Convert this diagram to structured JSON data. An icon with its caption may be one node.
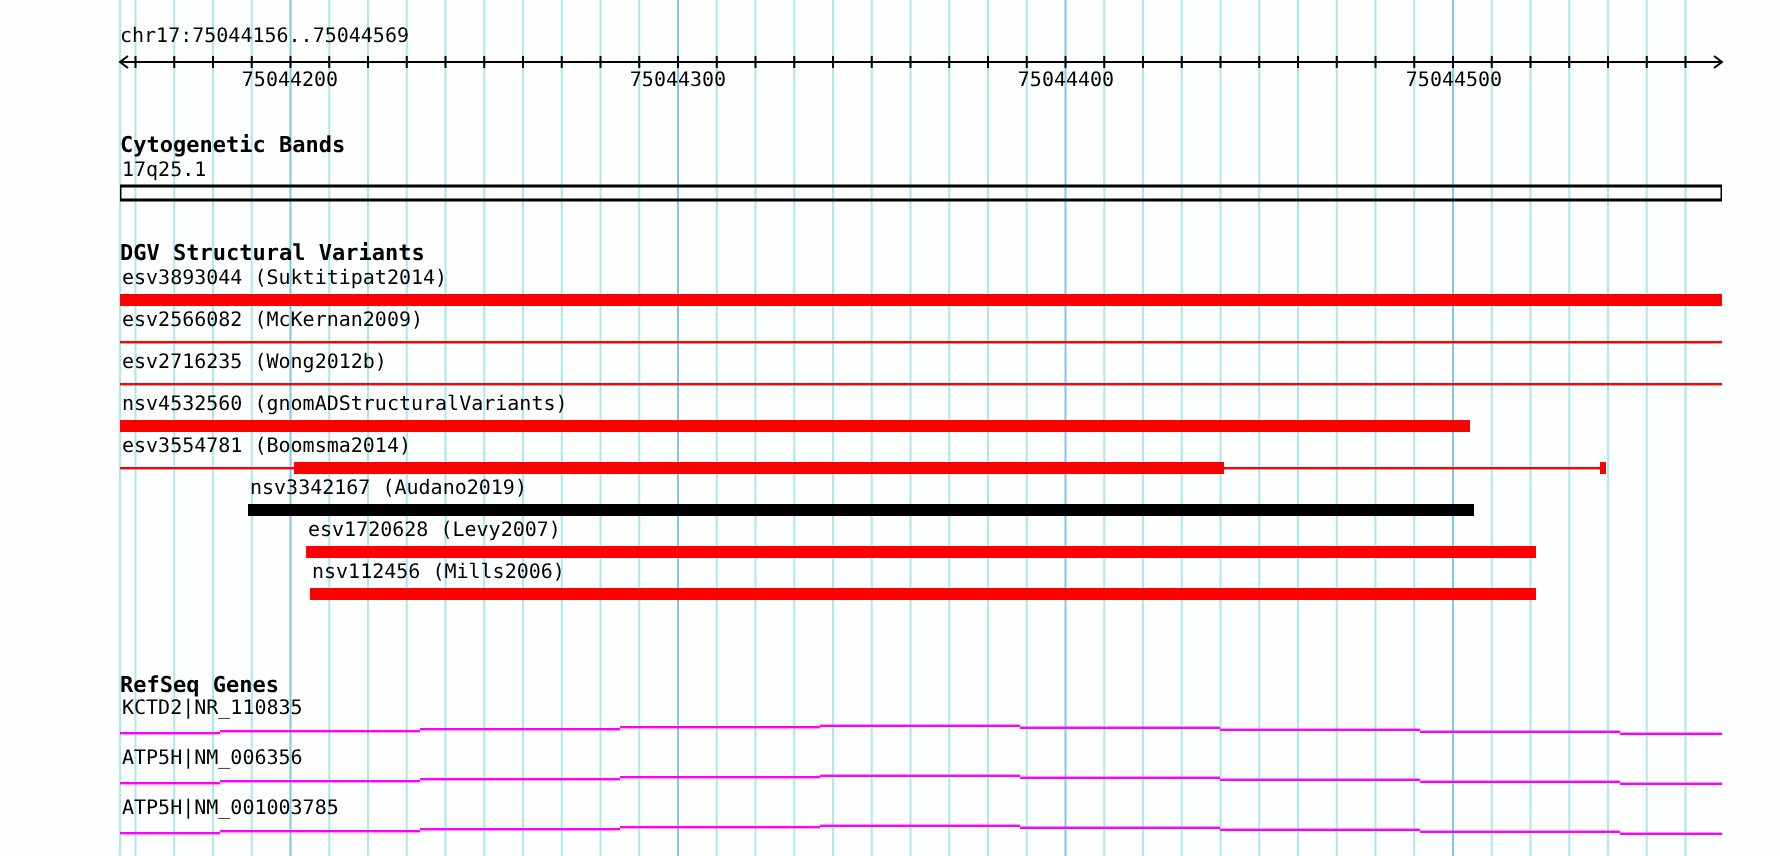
{
  "diagram": {
    "nodes": [
      {
        "text": [
          "17q25.1"
        ]
      },
      {
        "text": [
          "esv3893044 (Suktitipat2014)"
        ]
      },
      {
        "text": [
          "esv2566082 (McKernan2009)"
        ]
      },
      {
        "text": [
          "esv2716235 (Wong2012b)"
        ]
      },
      {
        "text": [
          "nsv4532560 (gnomADStructuralVariants)"
        ]
      },
      {
        "text": [
          "esv3554781 (Boomsma2014)"
        ]
      },
      {
        "text": [
          "nsv3342167 (Audano2019)"
        ]
      },
      {
        "text": [
          "esv1720628 (Levy2007)"
        ]
      },
      {
        "text": [
          "nsv112456 (Mills2006)"
        ]
      },
      {
        "text": [
          "KCTD2|NR_110835"
        ]
      },
      {
        "text": [
          "ATP5H|NM_006356"
        ]
      },
      {
        "text": [
          "ATP5H|NM_001003785"
        ]
      }
    ],
    "labels": [
      "chr17:75044156..75044569",
      "75044200",
      "75044300",
      "75044400",
      "75044500",
      "Cytogenetic Bands",
      "DGV Structural Variants",
      "RefSeq Genes"
    ]
  }
}
